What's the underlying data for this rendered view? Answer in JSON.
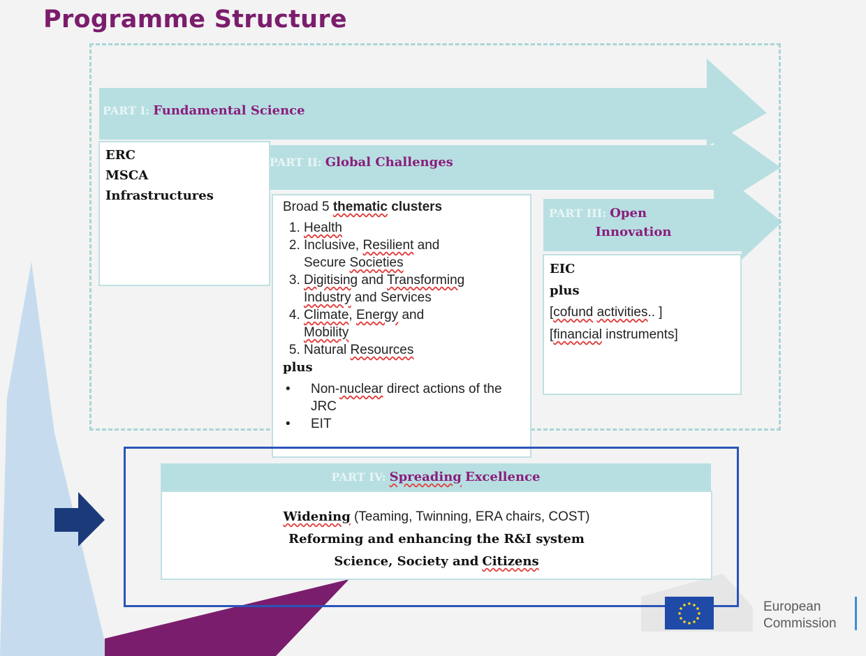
{
  "title": "Programme Structure",
  "part1": {
    "tag": "PART I:",
    "label": "Fundamental Science",
    "items": [
      "ERC",
      "MSCA",
      "Infrastructures"
    ]
  },
  "part2": {
    "tag": "PART II:",
    "label": "Global Challenges",
    "heading_prefix": "Broad 5",
    "heading_word": "thematic",
    "heading_suffix": "clusters",
    "clusters": {
      "c1": "Health",
      "c2a": "Inclusive,",
      "c2b": "Resilient",
      "c2c": "and",
      "c2d": "Secure",
      "c2e": "Societies",
      "c3a": "Digitising",
      "c3b": "and",
      "c3c": "Transforming",
      "c3d": "Industry",
      "c3e": "and Services",
      "c4a": "Climate",
      "c4b": ",",
      "c4c": "Energy",
      "c4d": "and",
      "c4e": "Mobility",
      "c5a": "Natural",
      "c5b": "Resources"
    },
    "plus": "plus",
    "extra1a": "Non-",
    "extra1b": "nuclear",
    "extra1c": "direct actions of the JRC",
    "extra2": "EIT"
  },
  "part3": {
    "tag": "PART III:",
    "label_line1": "Open",
    "label_line2": "Innovation",
    "item1": "EIC",
    "plus": "plus",
    "item2a": "[",
    "item2b": "cofund",
    "item2c": "activities",
    "item2d": ".. ]",
    "item3a": "[",
    "item3b": "financial",
    "item3c": "instruments]"
  },
  "part4": {
    "tag": "PART IV:",
    "label_a": "Spreading",
    "label_b": "Excellence",
    "line1a": "Widening",
    "line1b": "(Teaming, Twinning, ERA chairs, COST)",
    "line2": "Reforming and enhancing the R&I system",
    "line3a": "Science, Society and",
    "line3b": "Citizens"
  },
  "footer": {
    "org_line1": "European",
    "org_line2": "Commission"
  },
  "colors": {
    "title": "#7b1d6d",
    "arrow": "#b7dfe1",
    "accent_purple": "#8a1d7c",
    "frame_blue": "#2a55b8",
    "navy_arrow": "#1b3a7a"
  }
}
